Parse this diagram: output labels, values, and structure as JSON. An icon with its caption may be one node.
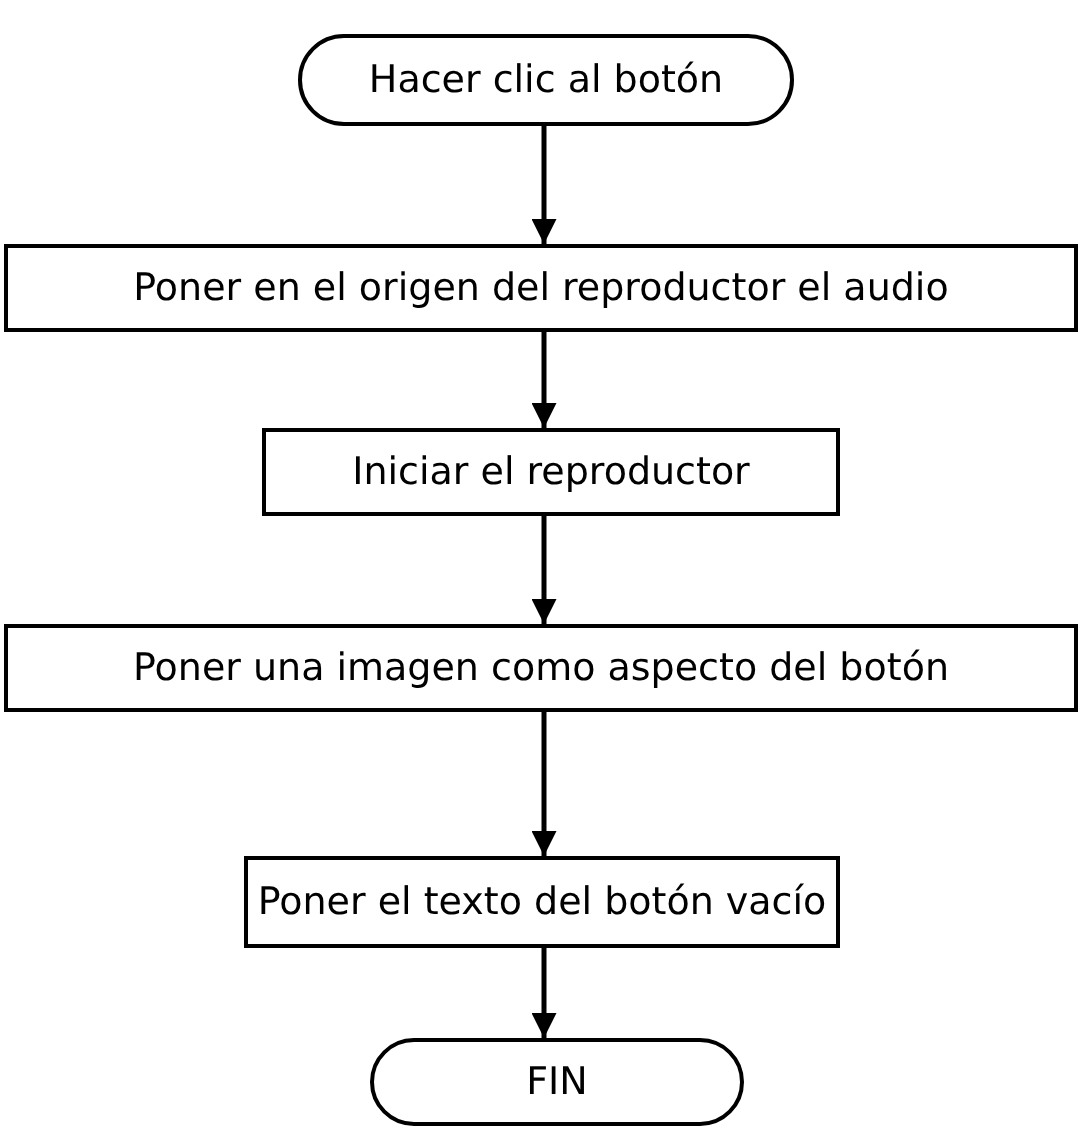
{
  "diagram": {
    "nodes": [
      {
        "text": [
          "Hacer clic al botón"
        ]
      },
      {
        "text": [
          "Poner en el origen del reproductor el audio"
        ]
      },
      {
        "text": [
          "Iniciar el reproductor"
        ]
      },
      {
        "text": [
          "Poner una imagen como aspecto del botón"
        ]
      },
      {
        "text": [
          "Poner el texto del botón vacío"
        ]
      },
      {
        "text": [
          "FIN"
        ]
      }
    ],
    "edges": [
      {
        "from": 0,
        "to": 1,
        "arrow": "to"
      },
      {
        "from": 1,
        "to": 2,
        "arrow": "to"
      },
      {
        "from": 2,
        "to": 3,
        "arrow": "to"
      },
      {
        "from": 3,
        "to": 4,
        "arrow": "to"
      },
      {
        "from": 4,
        "to": 5,
        "arrow": "to"
      }
    ]
  }
}
